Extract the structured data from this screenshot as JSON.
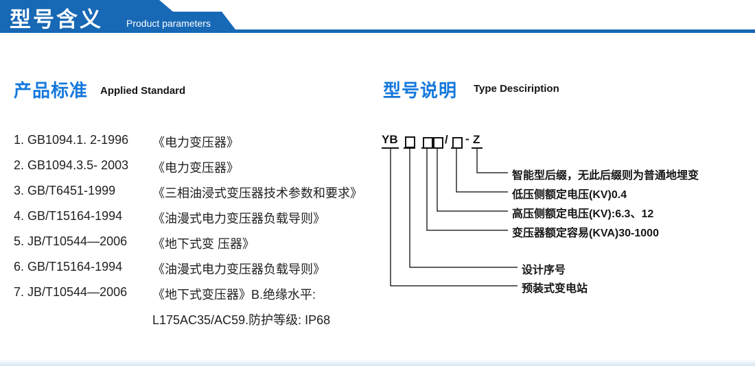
{
  "header": {
    "title": "型号含义",
    "subtitle": "Product parameters"
  },
  "standards": {
    "title": "产品标准",
    "title_en": "Applied Standard",
    "items": [
      {
        "code": "1. GB1094.1. 2-1996",
        "desc": "《电力变压器》"
      },
      {
        "code": "2. GB1094.3.5- 2003",
        "desc": "《电力变压器》"
      },
      {
        "code": "3. GB/T6451-1999",
        "desc": "《三相油浸式变压器技术参数和要求》"
      },
      {
        "code": "4. GB/T15164-1994",
        "desc": "《油漫式电力变压器负载导则》"
      },
      {
        "code": "5. JB/T10544—2006",
        "desc": "《地下式变 压器》"
      },
      {
        "code": "6. GB/T15164-1994",
        "desc": "《油漫式电力变压器负载导则》"
      },
      {
        "code": "7. JB/T10544—2006",
        "desc": "《地下式变压器》B.绝缘水平:"
      }
    ],
    "continuation": "L175AC35/AC59.防护等级: IP68"
  },
  "model": {
    "title": "型号说明",
    "title_en": "Type Desciription",
    "code_parts": {
      "prefix": "YB",
      "slash": "/",
      "dash": "-",
      "suffix": "Z"
    },
    "labels": [
      "智能型后缀，无此后缀则为普通地埋变",
      "低压侧额定电压(KV)0.4",
      "高压侧额定电压(KV):6.3、12",
      "变压器额定容易(KVA)30-1000",
      "设计序号",
      "预装式变电站"
    ]
  },
  "colors": {
    "header_blue": "#1768b5",
    "accent_blue": "#1478dc",
    "line_color": "#2b2b2b"
  }
}
